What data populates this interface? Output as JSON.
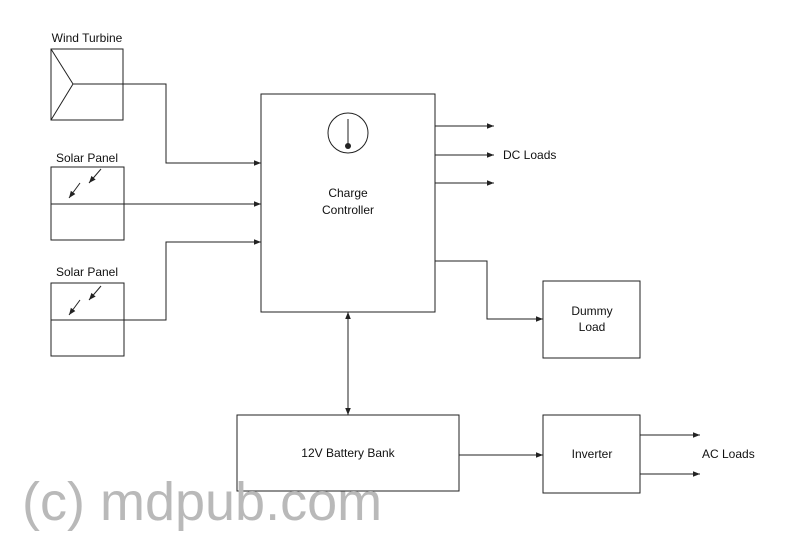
{
  "labels": {
    "wind_turbine": "Wind Turbine",
    "solar_panel_1": "Solar Panel",
    "solar_panel_2": "Solar Panel",
    "charge_controller_line1": "Charge",
    "charge_controller_line2": "Controller",
    "dc_loads": "DC Loads",
    "dummy_load_line1": "Dummy",
    "dummy_load_line2": "Load",
    "battery_bank": "12V Battery Bank",
    "inverter": "Inverter",
    "ac_loads": "AC Loads"
  },
  "watermark": "(c) mdpub.com"
}
